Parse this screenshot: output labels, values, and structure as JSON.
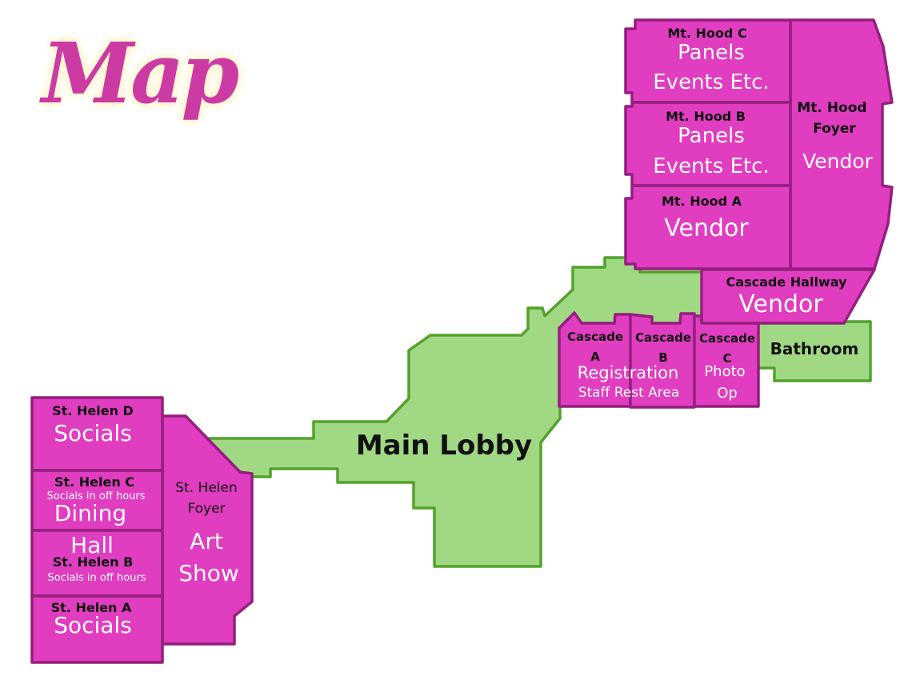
{
  "title": "Map",
  "colors": {
    "room": "#e03dc0",
    "room_border": "#941f7e",
    "common": "#a1d884",
    "common_border": "#52a22c",
    "title": "#cc3aa4"
  },
  "areas": {
    "main_lobby": {
      "name": "Main Lobby"
    },
    "bathroom": {
      "name": "Bathroom"
    },
    "st_helen_d": {
      "name": "St. Helen D",
      "use": "Socials"
    },
    "st_helen_c": {
      "name": "St. Helen C",
      "note": "Socials in off hours"
    },
    "dining_hall": {
      "line1": "Dining",
      "line2": "Hall"
    },
    "st_helen_b": {
      "name": "St. Helen B",
      "note": "Socials in off hours"
    },
    "st_helen_a": {
      "name": "St. Helen A",
      "use": "Socials"
    },
    "st_helen_foyer": {
      "name1": "St. Helen",
      "name2": "Foyer",
      "use1": "Art",
      "use2": "Show"
    },
    "mt_hood_c": {
      "name": "Mt. Hood C",
      "use1": "Panels",
      "use2": "Events Etc."
    },
    "mt_hood_b": {
      "name": "Mt. Hood B",
      "use1": "Panels",
      "use2": "Events Etc."
    },
    "mt_hood_a": {
      "name": "Mt. Hood A",
      "use": "Vendor"
    },
    "mt_hood_foyer": {
      "name1": "Mt. Hood",
      "name2": "Foyer",
      "use": "Vendor"
    },
    "cascade_hallway": {
      "name": "Cascade Hallway",
      "use": "Vendor"
    },
    "cascade_a": {
      "name1": "Cascade",
      "name2": "A"
    },
    "cascade_b": {
      "name1": "Cascade",
      "name2": "B"
    },
    "cascade_ab_use": {
      "use1": "Registration",
      "use2": "Staff Rest Area"
    },
    "cascade_c": {
      "name1": "Cascade",
      "name2": "C",
      "use1": "Photo",
      "use2": "Op"
    }
  }
}
